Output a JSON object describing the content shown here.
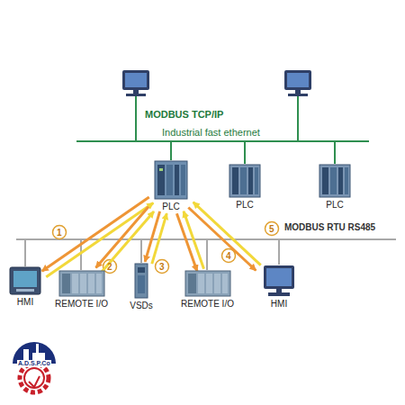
{
  "diagram": {
    "nodes": [
      {
        "text": [
          "PLC"
        ]
      },
      {
        "text": [
          "PLC"
        ]
      },
      {
        "text": [
          "PLC"
        ]
      },
      {
        "text": [
          "HMI"
        ]
      },
      {
        "text": [
          "REMOTE I/O"
        ]
      },
      {
        "text": [
          "VSDs"
        ]
      },
      {
        "text": [
          "REMOTE I/O"
        ]
      },
      {
        "text": [
          "HMI"
        ]
      }
    ],
    "edges": [
      {
        "from": 3,
        "to": 0,
        "arrow": "to"
      },
      {
        "from": 0,
        "to": 3,
        "arrow": "to"
      },
      {
        "from": 4,
        "to": 0,
        "arrow": "to"
      },
      {
        "from": 0,
        "to": 4,
        "arrow": "to"
      },
      {
        "from": 5,
        "to": 0,
        "arrow": "to"
      },
      {
        "from": 0,
        "to": 5,
        "arrow": "to"
      },
      {
        "from": 6,
        "to": 0,
        "arrow": "to"
      },
      {
        "from": 0,
        "to": 6,
        "arrow": "to"
      },
      {
        "from": 7,
        "to": 0,
        "arrow": "to"
      },
      {
        "from": 0,
        "to": 7,
        "arrow": "to"
      }
    ],
    "labels": [
      "MODBUS TCP/IP",
      "Industrial fast ethernet",
      "MODBUS RTU RS485",
      "1",
      "2",
      "3",
      "4",
      "5",
      "A.D.S.P.Co"
    ]
  }
}
